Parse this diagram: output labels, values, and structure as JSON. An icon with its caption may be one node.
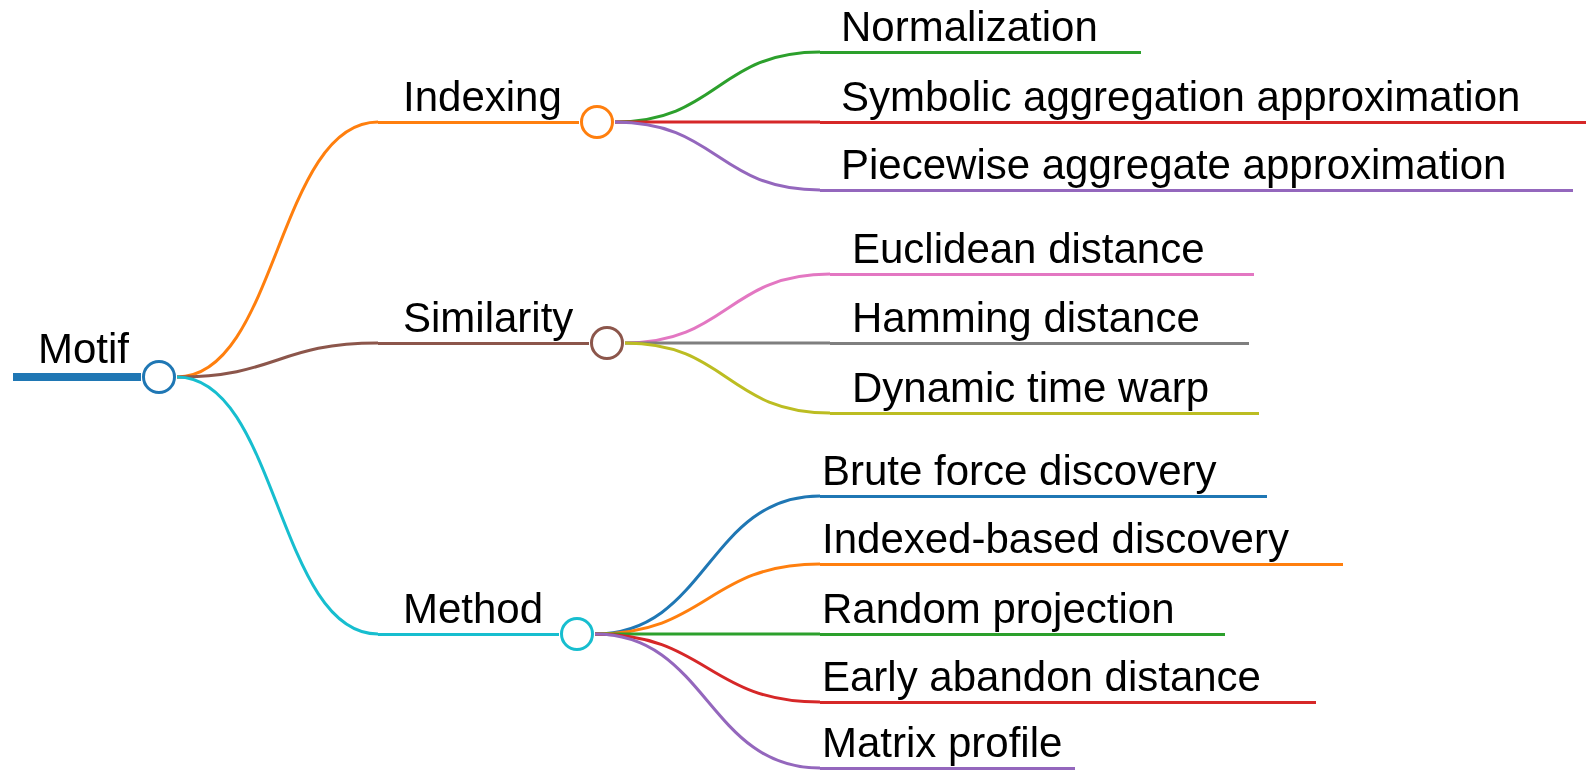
{
  "diagram": {
    "nodes": [
      {
        "text": [
          "Motif"
        ]
      },
      {
        "text": [
          "Indexing"
        ]
      },
      {
        "text": [
          "Similarity"
        ]
      },
      {
        "text": [
          "Method"
        ]
      },
      {
        "text": [
          "Normalization"
        ]
      },
      {
        "text": [
          "Symbolic aggregation approximation"
        ]
      },
      {
        "text": [
          "Piecewise aggregate approximation"
        ]
      },
      {
        "text": [
          "Euclidean distance"
        ]
      },
      {
        "text": [
          "Hamming distance"
        ]
      },
      {
        "text": [
          "Dynamic time warp"
        ]
      },
      {
        "text": [
          "Brute force discovery"
        ]
      },
      {
        "text": [
          "Indexed-based discovery"
        ]
      },
      {
        "text": [
          "Random projection"
        ]
      },
      {
        "text": [
          "Early abandon distance"
        ]
      },
      {
        "text": [
          "Matrix profile"
        ]
      }
    ],
    "edges": [
      {
        "from": 0,
        "to": 1,
        "arrow": "none",
        "color": "#ff7f0e"
      },
      {
        "from": 0,
        "to": 2,
        "arrow": "none",
        "color": "#8c564b"
      },
      {
        "from": 0,
        "to": 3,
        "arrow": "none",
        "color": "#17becf"
      },
      {
        "from": 1,
        "to": 4,
        "arrow": "none",
        "color": "#2ca02c"
      },
      {
        "from": 1,
        "to": 5,
        "arrow": "none",
        "color": "#d62728"
      },
      {
        "from": 1,
        "to": 6,
        "arrow": "none",
        "color": "#9467bd"
      },
      {
        "from": 2,
        "to": 7,
        "arrow": "none",
        "color": "#e377c2"
      },
      {
        "from": 2,
        "to": 8,
        "arrow": "none",
        "color": "#7f7f7f"
      },
      {
        "from": 2,
        "to": 9,
        "arrow": "none",
        "color": "#bcbd22"
      },
      {
        "from": 3,
        "to": 10,
        "arrow": "none",
        "color": "#1f77b4"
      },
      {
        "from": 3,
        "to": 11,
        "arrow": "none",
        "color": "#ff7f0e"
      },
      {
        "from": 3,
        "to": 12,
        "arrow": "none",
        "color": "#2ca02c"
      },
      {
        "from": 3,
        "to": 13,
        "arrow": "none",
        "color": "#d62728"
      },
      {
        "from": 3,
        "to": 14,
        "arrow": "none",
        "color": "#9467bd"
      }
    ]
  }
}
